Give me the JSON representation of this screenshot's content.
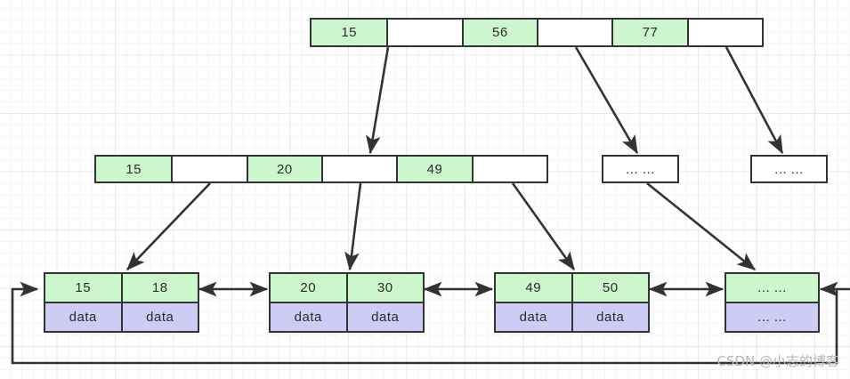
{
  "diagram": {
    "title": "B+ tree structure diagram",
    "colors": {
      "key_cell": "#ccf7cc",
      "pointer_cell": "#ffffff",
      "data_cell": "#ccccf5",
      "border": "#333333",
      "grid_minor": "#f4f4f4",
      "grid_major": "#e8e8e8",
      "watermark": "#b8b8b8"
    },
    "ellipsis": "... ...",
    "root": {
      "cells": [
        {
          "label": "15",
          "kind": "key"
        },
        {
          "label": "",
          "kind": "pointer"
        },
        {
          "label": "56",
          "kind": "key"
        },
        {
          "label": "",
          "kind": "pointer"
        },
        {
          "label": "77",
          "kind": "key"
        },
        {
          "label": "",
          "kind": "pointer"
        }
      ]
    },
    "internal": {
      "cells": [
        {
          "label": "15",
          "kind": "key"
        },
        {
          "label": "",
          "kind": "pointer"
        },
        {
          "label": "20",
          "kind": "key"
        },
        {
          "label": "",
          "kind": "pointer"
        },
        {
          "label": "49",
          "kind": "key"
        },
        {
          "label": "",
          "kind": "pointer"
        }
      ]
    },
    "internal_ellipsis_1": {
      "label": "... ..."
    },
    "internal_ellipsis_2": {
      "label": "... ..."
    },
    "leaves": [
      {
        "keys": [
          "15",
          "18"
        ],
        "data": [
          "data",
          "data"
        ]
      },
      {
        "keys": [
          "20",
          "30"
        ],
        "data": [
          "data",
          "data"
        ]
      },
      {
        "keys": [
          "49",
          "50"
        ],
        "data": [
          "data",
          "data"
        ]
      },
      {
        "keys": [
          "... ..."
        ],
        "data": [
          "... ..."
        ]
      }
    ]
  },
  "watermark": {
    "text": "CSDN @小志的博客"
  }
}
